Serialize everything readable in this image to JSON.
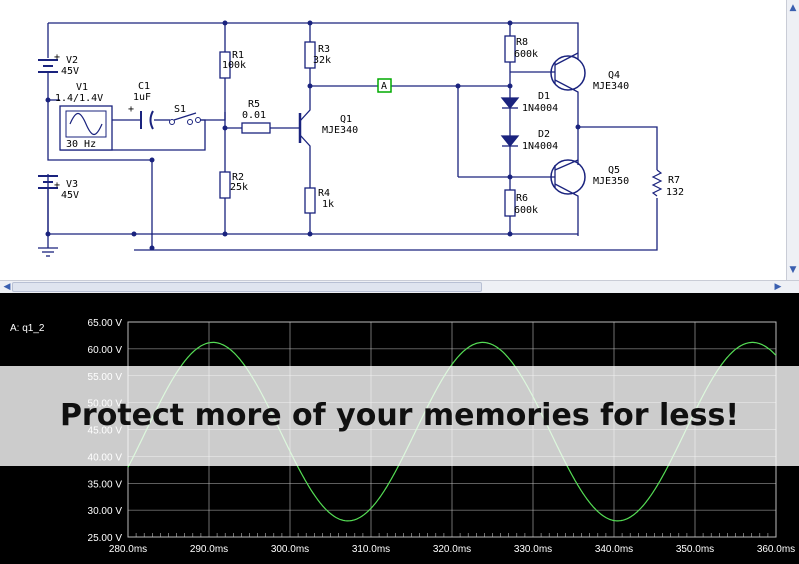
{
  "schematic": {
    "wire_color": "#1a237e",
    "node_label_color": "#00aa00",
    "components": {
      "V2": {
        "name": "V2",
        "value": "45V"
      },
      "V3": {
        "name": "V3",
        "value": "45V"
      },
      "V1": {
        "name": "V1",
        "value": "1.4/1.4V",
        "freq": "30 Hz"
      },
      "C1": {
        "name": "C1",
        "value": "1uF"
      },
      "S1": {
        "name": "S1"
      },
      "R1": {
        "name": "R1",
        "value": "100k"
      },
      "R2": {
        "name": "R2",
        "value": "25k"
      },
      "R5": {
        "name": "R5",
        "value": "0.01"
      },
      "Q1": {
        "name": "Q1",
        "value": "MJE340"
      },
      "R3": {
        "name": "R3",
        "value": "32k"
      },
      "R4": {
        "name": "R4",
        "value": "1k"
      },
      "node_A": {
        "label": "A"
      },
      "R8": {
        "name": "R8",
        "value": "600k"
      },
      "D1": {
        "name": "D1",
        "value": "1N4004"
      },
      "D2": {
        "name": "D2",
        "value": "1N4004"
      },
      "R6": {
        "name": "R6",
        "value": "600k"
      },
      "Q4": {
        "name": "Q4",
        "value": "MJE340"
      },
      "Q5": {
        "name": "Q5",
        "value": "MJE350"
      },
      "R7": {
        "name": "R7",
        "value": "132"
      }
    },
    "plus_sign": "+"
  },
  "scroll": {
    "up_icon": "scroll-up-icon",
    "down_icon": "scroll-down-icon",
    "left_icon": "scroll-left-icon",
    "right_icon": "scroll-right-icon"
  },
  "scope": {
    "background": "#000000",
    "trace_color": "#55dd55",
    "grid_color": "#bbbbbb"
  },
  "chart_data": {
    "type": "line",
    "title": "",
    "series": [
      {
        "name": "A: q1_2",
        "shape": "sine",
        "min": 28.0,
        "max": 61.2,
        "period_ms": 33.3,
        "peak_x": [
          290.5,
          323.8,
          357.1
        ],
        "trough_x": [
          307.2,
          340.5
        ]
      }
    ],
    "xlabel": "",
    "ylabel": "",
    "xlim": [
      280,
      360
    ],
    "ylim": [
      25,
      65
    ],
    "x_ticks": [
      "280.0ms",
      "290.0ms",
      "300.0ms",
      "310.0ms",
      "320.0ms",
      "330.0ms",
      "340.0ms",
      "350.0ms",
      "360.0ms"
    ],
    "y_ticks": [
      "25.00 V",
      "30.00 V",
      "35.00 V",
      "40.00 V",
      "45.00 V",
      "50.00 V",
      "55.00 V",
      "60.00 V",
      "65.00 V"
    ],
    "grid": true
  },
  "watermark": {
    "text": "Protect more of your memories for less!"
  }
}
